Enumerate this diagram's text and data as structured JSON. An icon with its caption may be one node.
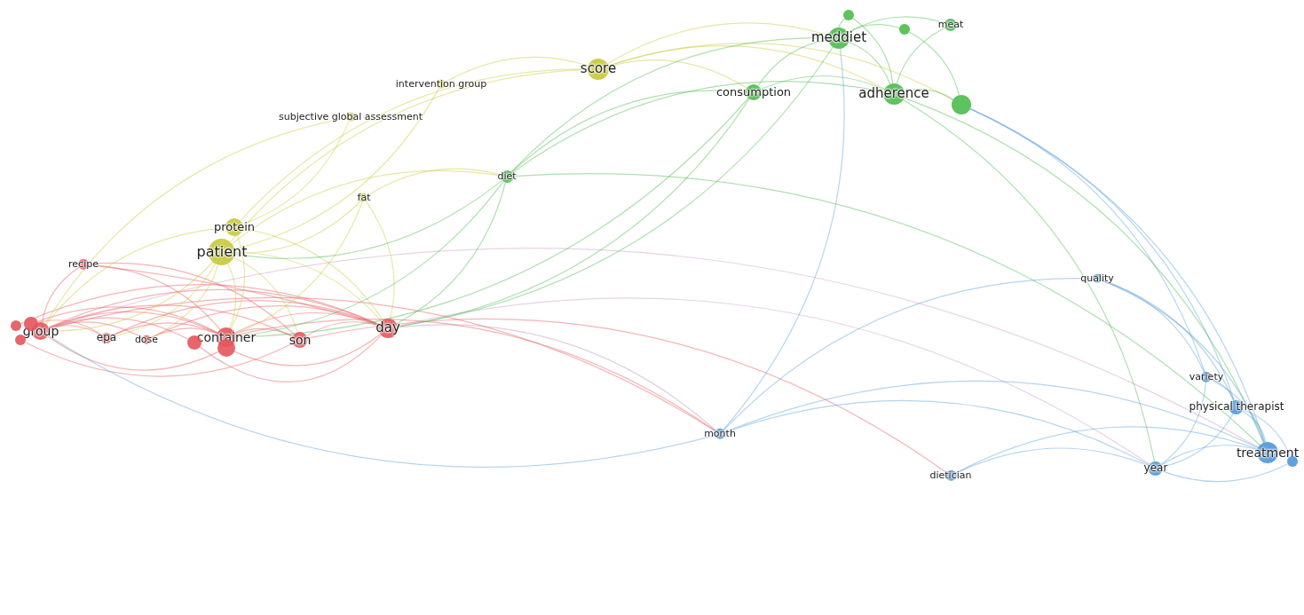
{
  "diagram": {
    "nodes": [
      {
        "text": [
          "score"
        ]
      },
      {
        "text": [
          "intervention group"
        ]
      },
      {
        "text": [
          "subjective global assessment"
        ]
      },
      {
        "text": [
          "fat"
        ]
      },
      {
        "text": [
          "protein"
        ]
      },
      {
        "text": [
          "patient"
        ]
      },
      {
        "text": [
          "meddiet"
        ]
      },
      {
        "text": [
          "consumption"
        ]
      },
      {
        "text": [
          "adherence"
        ]
      },
      {
        "text": [
          "meat"
        ]
      },
      {
        "text": [
          "diet"
        ]
      },
      {
        "text": [
          "recipe"
        ]
      },
      {
        "text": [
          "group"
        ]
      },
      {
        "text": [
          "epa"
        ]
      },
      {
        "text": [
          "dose"
        ]
      },
      {
        "text": [
          "container"
        ]
      },
      {
        "text": [
          "son"
        ]
      },
      {
        "text": [
          "day"
        ]
      },
      {
        "text": [
          "quality"
        ]
      },
      {
        "text": [
          "variety"
        ]
      },
      {
        "text": [
          "physical therapist"
        ]
      },
      {
        "text": [
          "month"
        ]
      },
      {
        "text": [
          "dietician"
        ]
      },
      {
        "text": [
          "year"
        ]
      },
      {
        "text": [
          "treatment"
        ]
      },
      {
        "text": [],
        "shape": "circle"
      },
      {
        "text": [],
        "shape": "circle"
      },
      {
        "text": [],
        "shape": "circle"
      },
      {
        "text": [],
        "shape": "circle"
      },
      {
        "text": [],
        "shape": "circle"
      },
      {
        "text": [],
        "shape": "circle"
      },
      {
        "text": [],
        "shape": "circle"
      },
      {
        "text": [],
        "shape": "circle"
      },
      {
        "text": [],
        "shape": "circle"
      }
    ],
    "edges": [
      {
        "from": 12,
        "to": 13,
        "arrow": "none",
        "color": "#e8585e"
      },
      {
        "from": 12,
        "to": 14,
        "arrow": "none",
        "color": "#e8585e"
      },
      {
        "from": 12,
        "to": 15,
        "arrow": "none",
        "color": "#e8585e"
      },
      {
        "from": 12,
        "to": 16,
        "arrow": "none",
        "color": "#e8585e"
      },
      {
        "from": 12,
        "to": 17,
        "arrow": "none",
        "color": "#e8585e"
      },
      {
        "from": 12,
        "to": 11,
        "arrow": "none",
        "color": "#e8585e"
      },
      {
        "from": 13,
        "to": 15,
        "arrow": "none",
        "color": "#e8585e"
      },
      {
        "from": 13,
        "to": 17,
        "arrow": "none",
        "color": "#e8585e"
      },
      {
        "from": 14,
        "to": 15,
        "arrow": "none",
        "color": "#e8585e"
      },
      {
        "from": 14,
        "to": 17,
        "arrow": "none",
        "color": "#e8585e"
      },
      {
        "from": 15,
        "to": 16,
        "arrow": "none",
        "color": "#e8585e"
      },
      {
        "from": 15,
        "to": 17,
        "arrow": "none",
        "color": "#e8585e"
      },
      {
        "from": 16,
        "to": 17,
        "arrow": "none",
        "color": "#e8585e"
      },
      {
        "from": 11,
        "to": 15,
        "arrow": "none",
        "color": "#e8585e"
      },
      {
        "from": 11,
        "to": 17,
        "arrow": "none",
        "color": "#e8585e"
      },
      {
        "from": 28,
        "to": 17,
        "arrow": "none",
        "color": "#e8585e"
      },
      {
        "from": 29,
        "to": 15,
        "arrow": "none",
        "color": "#e8585e"
      },
      {
        "from": 30,
        "to": 16,
        "arrow": "none",
        "color": "#e8585e"
      },
      {
        "from": 31,
        "to": 17,
        "arrow": "none",
        "color": "#e8585e"
      },
      {
        "from": 32,
        "to": 17,
        "arrow": "none",
        "color": "#e8585e"
      },
      {
        "from": 12,
        "to": 31,
        "arrow": "none",
        "color": "#e8585e"
      },
      {
        "from": 29,
        "to": 13,
        "arrow": "none",
        "color": "#e8585e"
      },
      {
        "from": 12,
        "to": 32,
        "arrow": "none",
        "color": "#e8585e"
      },
      {
        "from": 11,
        "to": 16,
        "arrow": "none",
        "color": "#e8585e"
      },
      {
        "from": 17,
        "to": 21,
        "arrow": "none",
        "color": "#b88fb8"
      },
      {
        "from": 15,
        "to": 21,
        "arrow": "none",
        "color": "#e8585e"
      },
      {
        "from": 12,
        "to": 21,
        "arrow": "none",
        "color": "#e8585e"
      },
      {
        "from": 17,
        "to": 23,
        "arrow": "none",
        "color": "#c99fc0"
      },
      {
        "from": 16,
        "to": 22,
        "arrow": "none",
        "color": "#e8585e"
      },
      {
        "from": 12,
        "to": 24,
        "arrow": "none",
        "color": "#c99fc0"
      },
      {
        "from": 5,
        "to": 15,
        "arrow": "none",
        "color": "#c9c93a"
      },
      {
        "from": 5,
        "to": 12,
        "arrow": "none",
        "color": "#c9c93a"
      },
      {
        "from": 5,
        "to": 16,
        "arrow": "none",
        "color": "#c9c93a"
      },
      {
        "from": 5,
        "to": 17,
        "arrow": "none",
        "color": "#c9c93a"
      },
      {
        "from": 5,
        "to": 13,
        "arrow": "none",
        "color": "#c9c93a"
      },
      {
        "from": 5,
        "to": 14,
        "arrow": "none",
        "color": "#c9c93a"
      },
      {
        "from": 4,
        "to": 15,
        "arrow": "none",
        "color": "#c9c93a"
      },
      {
        "from": 4,
        "to": 12,
        "arrow": "none",
        "color": "#c9c93a"
      },
      {
        "from": 4,
        "to": 17,
        "arrow": "none",
        "color": "#c9c93a"
      },
      {
        "from": 5,
        "to": 0,
        "arrow": "none",
        "color": "#c9c93a"
      },
      {
        "from": 5,
        "to": 10,
        "arrow": "none",
        "color": "#c9c93a"
      },
      {
        "from": 4,
        "to": 0,
        "arrow": "none",
        "color": "#c9c93a"
      },
      {
        "from": 0,
        "to": 7,
        "arrow": "none",
        "color": "#c9c93a"
      },
      {
        "from": 0,
        "to": 6,
        "arrow": "none",
        "color": "#c9c93a"
      },
      {
        "from": 0,
        "to": 8,
        "arrow": "none",
        "color": "#c9c93a"
      },
      {
        "from": 1,
        "to": 0,
        "arrow": "none",
        "color": "#c9c93a"
      },
      {
        "from": 1,
        "to": 5,
        "arrow": "none",
        "color": "#c9c93a"
      },
      {
        "from": 2,
        "to": 4,
        "arrow": "none",
        "color": "#c9c93a"
      },
      {
        "from": 2,
        "to": 12,
        "arrow": "none",
        "color": "#c9c93a"
      },
      {
        "from": 3,
        "to": 5,
        "arrow": "none",
        "color": "#c9c93a"
      },
      {
        "from": 3,
        "to": 15,
        "arrow": "none",
        "color": "#c9c93a"
      },
      {
        "from": 3,
        "to": 17,
        "arrow": "none",
        "color": "#c9c93a"
      },
      {
        "from": 3,
        "to": 10,
        "arrow": "none",
        "color": "#c9c93a"
      },
      {
        "from": 0,
        "to": 27,
        "arrow": "none",
        "color": "#c9c93a"
      },
      {
        "from": 10,
        "to": 7,
        "arrow": "none",
        "color": "#4cbb4c"
      },
      {
        "from": 10,
        "to": 6,
        "arrow": "none",
        "color": "#4cbb4c"
      },
      {
        "from": 10,
        "to": 8,
        "arrow": "none",
        "color": "#4cbb4c"
      },
      {
        "from": 10,
        "to": 17,
        "arrow": "none",
        "color": "#4cbb4c"
      },
      {
        "from": 10,
        "to": 15,
        "arrow": "none",
        "color": "#4cbb4c"
      },
      {
        "from": 10,
        "to": 5,
        "arrow": "none",
        "color": "#4cbb4c"
      },
      {
        "from": 7,
        "to": 6,
        "arrow": "none",
        "color": "#4cbb4c"
      },
      {
        "from": 7,
        "to": 8,
        "arrow": "none",
        "color": "#4cbb4c"
      },
      {
        "from": 6,
        "to": 8,
        "arrow": "none",
        "color": "#4cbb4c"
      },
      {
        "from": 6,
        "to": 25,
        "arrow": "none",
        "color": "#4cbb4c"
      },
      {
        "from": 6,
        "to": 26,
        "arrow": "none",
        "color": "#4cbb4c"
      },
      {
        "from": 6,
        "to": 9,
        "arrow": "none",
        "color": "#4cbb4c"
      },
      {
        "from": 8,
        "to": 27,
        "arrow": "none",
        "color": "#4cbb4c"
      },
      {
        "from": 8,
        "to": 9,
        "arrow": "none",
        "color": "#4cbb4c"
      },
      {
        "from": 26,
        "to": 27,
        "arrow": "none",
        "color": "#4cbb4c"
      },
      {
        "from": 25,
        "to": 8,
        "arrow": "none",
        "color": "#4cbb4c"
      },
      {
        "from": 7,
        "to": 17,
        "arrow": "none",
        "color": "#4cbb4c"
      },
      {
        "from": 7,
        "to": 15,
        "arrow": "none",
        "color": "#4cbb4c"
      },
      {
        "from": 6,
        "to": 17,
        "arrow": "none",
        "color": "#4cbb4c"
      },
      {
        "from": 8,
        "to": 23,
        "arrow": "none",
        "color": "#4cbb4c"
      },
      {
        "from": 8,
        "to": 24,
        "arrow": "none",
        "color": "#4cbb4c"
      },
      {
        "from": 27,
        "to": 19,
        "arrow": "none",
        "color": "#5aa0dc"
      },
      {
        "from": 27,
        "to": 20,
        "arrow": "none",
        "color": "#5aa0dc"
      },
      {
        "from": 27,
        "to": 24,
        "arrow": "none",
        "color": "#5aa0dc"
      },
      {
        "from": 6,
        "to": 21,
        "arrow": "none",
        "color": "#5aa0dc"
      },
      {
        "from": 10,
        "to": 24,
        "arrow": "none",
        "color": "#4cbb4c"
      },
      {
        "from": 18,
        "to": 19,
        "arrow": "none",
        "color": "#5aa0dc"
      },
      {
        "from": 18,
        "to": 20,
        "arrow": "none",
        "color": "#5aa0dc"
      },
      {
        "from": 18,
        "to": 24,
        "arrow": "none",
        "color": "#5aa0dc"
      },
      {
        "from": 19,
        "to": 20,
        "arrow": "none",
        "color": "#5aa0dc"
      },
      {
        "from": 19,
        "to": 24,
        "arrow": "none",
        "color": "#5aa0dc"
      },
      {
        "from": 20,
        "to": 24,
        "arrow": "none",
        "color": "#5aa0dc"
      },
      {
        "from": 20,
        "to": 23,
        "arrow": "none",
        "color": "#5aa0dc"
      },
      {
        "from": 23,
        "to": 24,
        "arrow": "none",
        "color": "#5aa0dc"
      },
      {
        "from": 24,
        "to": 33,
        "arrow": "none",
        "color": "#5aa0dc"
      },
      {
        "from": 20,
        "to": 33,
        "arrow": "none",
        "color": "#5aa0dc"
      },
      {
        "from": 23,
        "to": 33,
        "arrow": "none",
        "color": "#5aa0dc"
      },
      {
        "from": 21,
        "to": 24,
        "arrow": "none",
        "color": "#5aa0dc"
      },
      {
        "from": 21,
        "to": 23,
        "arrow": "none",
        "color": "#5aa0dc"
      },
      {
        "from": 22,
        "to": 24,
        "arrow": "none",
        "color": "#5aa0dc"
      },
      {
        "from": 22,
        "to": 23,
        "arrow": "none",
        "color": "#5aa0dc"
      },
      {
        "from": 21,
        "to": 18,
        "arrow": "none",
        "color": "#5aa0dc"
      },
      {
        "from": 19,
        "to": 23,
        "arrow": "none",
        "color": "#5aa0dc"
      },
      {
        "from": 21,
        "to": 12,
        "arrow": "none",
        "color": "#5aa0dc"
      }
    ]
  }
}
